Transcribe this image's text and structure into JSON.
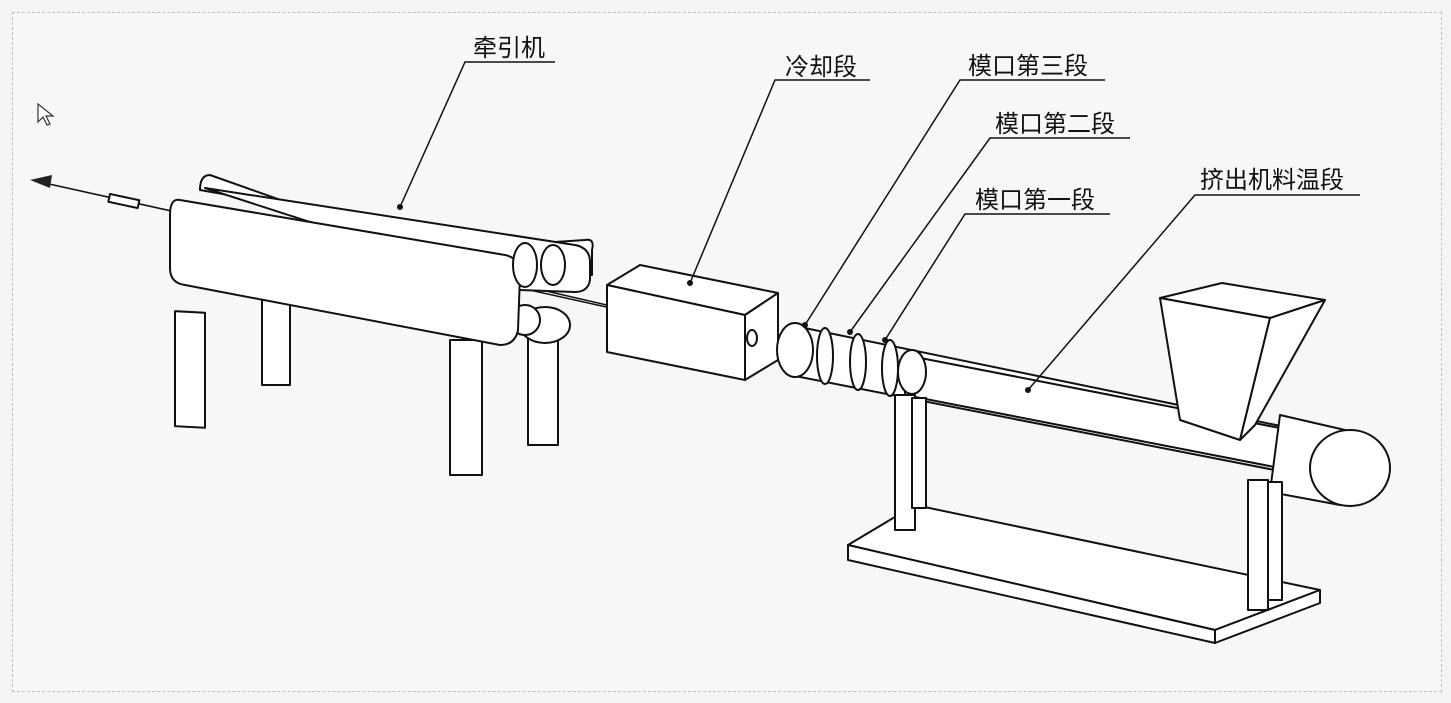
{
  "labels": {
    "puller": "牵引机",
    "cooling": "冷却段",
    "die3": "模口第三段",
    "die2": "模口第二段",
    "die1": "模口第一段",
    "extruder": "挤出机料温段"
  }
}
